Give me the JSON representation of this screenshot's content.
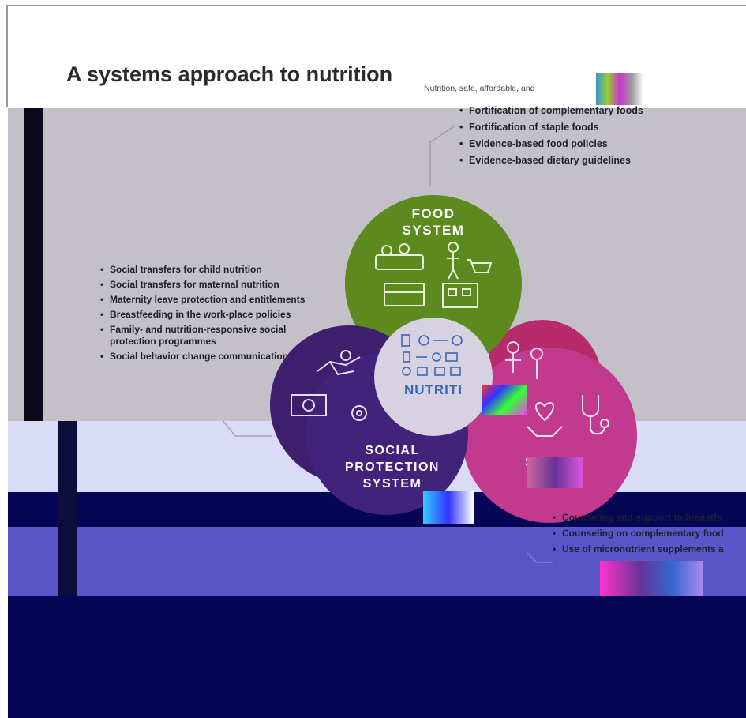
{
  "title": "A systems approach to nutrition",
  "food_top_line": "Nutrition, safe, affordable, and",
  "food_system": {
    "label": "FOOD SYSTEM",
    "items": [
      "Fortification of complementary foods",
      "Fortification of staple foods",
      "Evidence-based food policies",
      "Evidence-based dietary guidelines"
    ]
  },
  "social_protection_system": {
    "label": "SOCIAL PROTECTION SYSTEM",
    "items": [
      "Social transfers for child nutrition",
      "Social transfers for maternal nutrition",
      "Maternity leave protection and entitlements",
      "Breastfeeding in the work-place policies",
      "Family- and nutrition-responsive social protection programmes",
      "Social behavior change communication"
    ]
  },
  "health_system": {
    "label": "SYSTE",
    "items": [
      "Counseling and support to breastfe",
      "Counseling on complementary food",
      "Use of micronutrient supplements a"
    ]
  },
  "nutrition_label": "NUTRITI",
  "colors": {
    "food": "#5c8a1e",
    "social": "#41237b",
    "health": "#c23a8e",
    "nutrition": "#d6d2e2"
  }
}
